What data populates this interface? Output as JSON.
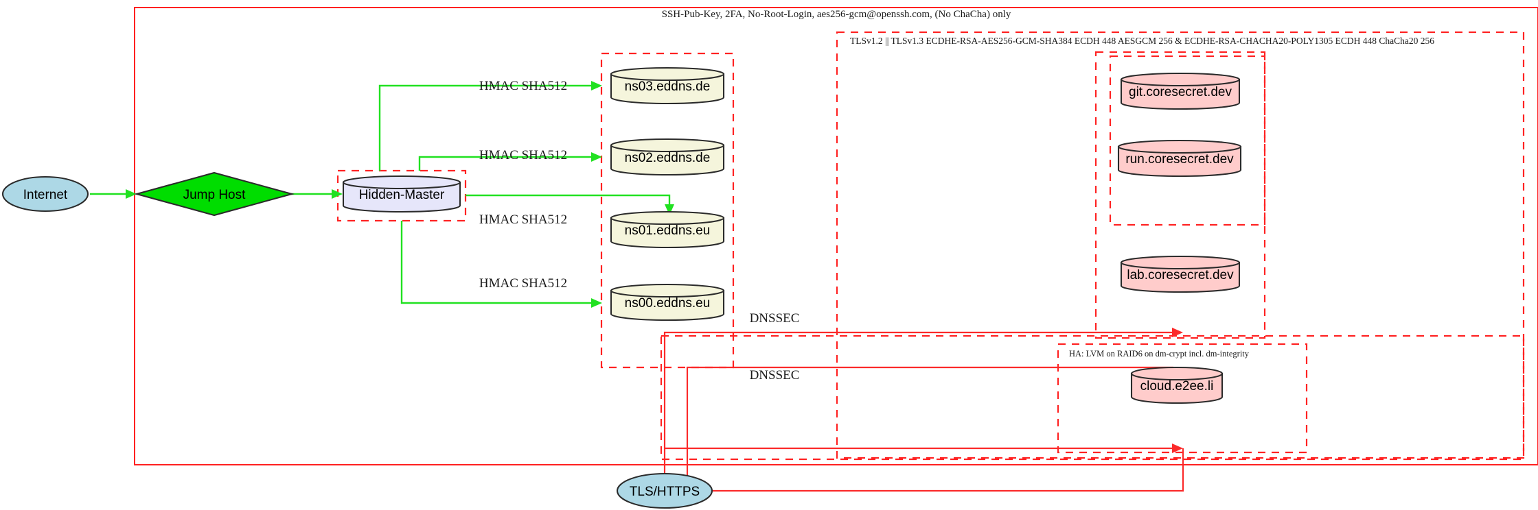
{
  "diagram": {
    "title_label": "SSH-Pub-Key, 2FA, No-Root-Login, aes256-gcm@openssh.com, (No ChaCha) only",
    "tls_cluster_label": "TLSv1.2 || TLSv1.3 ECDHE-RSA-AES256-GCM-SHA384 ECDH 448 AESGCM 256 & ECDHE-RSA-CHACHA20-POLY1305 ECDH 448 ChaCha20 256",
    "ha_cluster_label": "HA: LVM on RAID6 on dm-crypt incl. dm-integrity",
    "colors": {
      "cluster_border": "#ff2222",
      "ssh_edge": "#21e121",
      "tls_edge": "#fb2a2a",
      "internet_fill": "#add8e6",
      "jumphost_fill": "#00dd00",
      "master_fill": "#e6e6fa",
      "dns_fill": "#f5f5dc",
      "service_fill": "#ffcccb"
    }
  },
  "nodes": {
    "internet": {
      "label": "Internet",
      "shape": "ellipse"
    },
    "jump_host": {
      "label": "Jump Host",
      "shape": "diamond"
    },
    "hidden_master": {
      "label": "Hidden-Master",
      "shape": "cylinder"
    },
    "tls_https": {
      "label": "TLS/HTTPS",
      "shape": "ellipse"
    },
    "dns_servers": [
      {
        "label": "ns03.eddns.de",
        "shape": "cylinder"
      },
      {
        "label": "ns02.eddns.de",
        "shape": "cylinder"
      },
      {
        "label": "ns01.eddns.eu",
        "shape": "cylinder"
      },
      {
        "label": "ns00.eddns.eu",
        "shape": "cylinder"
      }
    ],
    "services": [
      {
        "label": "git.coresecret.dev",
        "shape": "cylinder"
      },
      {
        "label": "run.coresecret.dev",
        "shape": "cylinder"
      },
      {
        "label": "lab.coresecret.dev",
        "shape": "cylinder"
      },
      {
        "label": "cloud.e2ee.li",
        "shape": "cylinder"
      }
    ]
  },
  "edge_labels": {
    "hmac_1": "HMAC SHA512",
    "hmac_2": "HMAC SHA512",
    "hmac_3": "HMAC SHA512",
    "hmac_4": "HMAC SHA512",
    "dnssec_1": "DNSSEC",
    "dnssec_2": "DNSSEC"
  }
}
